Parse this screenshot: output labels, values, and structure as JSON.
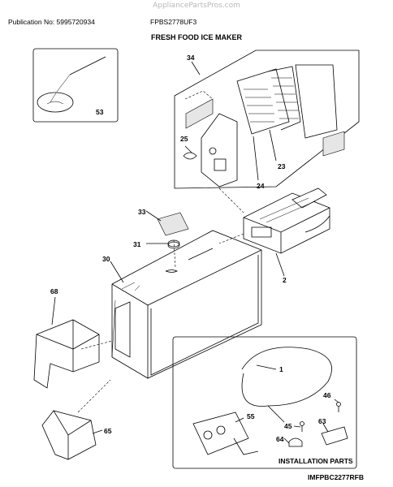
{
  "watermark": "AppliancePartsPros.com",
  "header": {
    "publication": "Publication No: 5995720934",
    "model": "FPBS2778UF3"
  },
  "section_title": "FRESH FOOD ICE MAKER",
  "diagram_code": "IMFPBC2277RFB",
  "install_parts_label": "INSTALLATION PARTS",
  "callouts": {
    "c53": "53",
    "c34": "34",
    "c25": "25",
    "c23": "23",
    "c24": "24",
    "c33": "33",
    "c31": "31",
    "c30": "30",
    "c2": "2",
    "c68": "68",
    "c1": "1",
    "c46": "46",
    "c55": "55",
    "c45": "45",
    "c63": "63",
    "c64": "64",
    "c65": "65"
  }
}
